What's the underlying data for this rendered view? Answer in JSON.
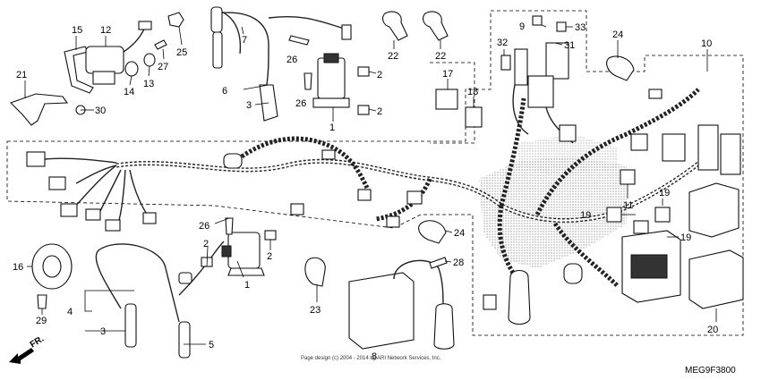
{
  "diagram": {
    "callouts": {
      "c1a": "1",
      "c1b": "1",
      "c2a": "2",
      "c2b": "2",
      "c2c": "2",
      "c2d": "2",
      "c3a": "3",
      "c3b": "3",
      "c4": "4",
      "c5": "5",
      "c6": "6",
      "c7": "7",
      "c8": "8",
      "c9": "9",
      "c10": "10",
      "c11": "11",
      "c12": "12",
      "c13": "13",
      "c14": "14",
      "c15": "15",
      "c16": "16",
      "c17": "17",
      "c18": "18",
      "c19a": "19",
      "c19b": "19",
      "c20": "20",
      "c21": "21",
      "c22a": "22",
      "c22b": "22",
      "c23": "23",
      "c24a": "24",
      "c24b": "24",
      "c25": "25",
      "c26a": "26",
      "c26b": "26",
      "c26c": "26",
      "c27": "27",
      "c28": "28",
      "c29": "29",
      "c30": "30",
      "c31": "31",
      "c32": "32",
      "c33": "33"
    },
    "direction_label": "FR.",
    "copyright": "Page design (c) 2004 - 2014 by ARI Network Services, Inc.",
    "catalog_code": "MEG9F3800"
  }
}
